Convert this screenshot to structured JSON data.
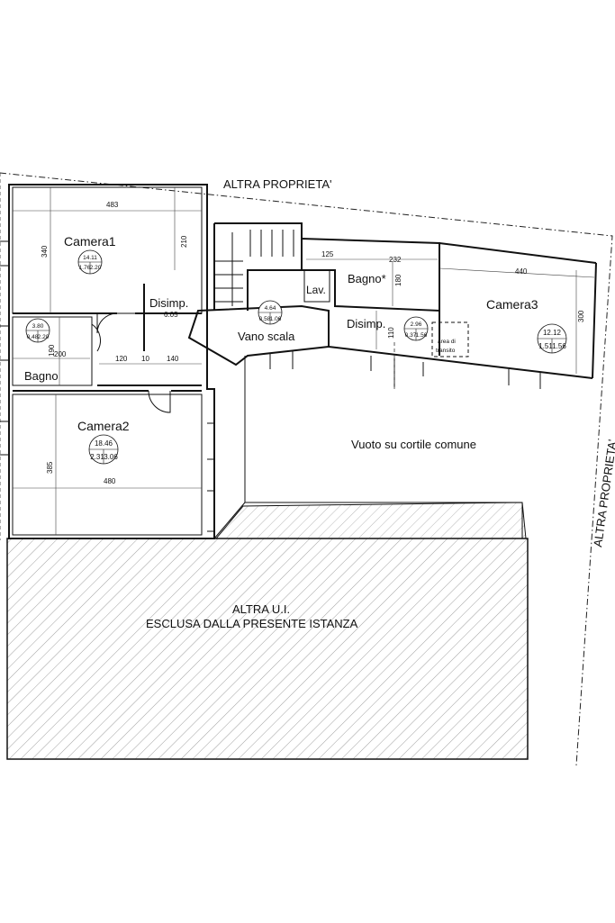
{
  "labels": {
    "altra_proprieta_top": "ALTRA PROPRIETA'",
    "altra_proprieta_right": "ALTRA PROPRIETA'",
    "camera1": "Camera1",
    "camera2": "Camera2",
    "camera3": "Camera3",
    "disimp_left": "Disimp.",
    "disimp_right": "Disimp.",
    "bagno_left": "Bagno",
    "bagno_top": "Bagno*",
    "lav": "Lav.",
    "vano_scala": "Vano scala",
    "vuoto": "Vuoto su cortile comune",
    "area_transito_1": "area di",
    "area_transito_2": "transito",
    "altra_ui_1": "ALTRA U.I.",
    "altra_ui_2": "ESCLUSA DALLA PRESENTE ISTANZA"
  },
  "dimensions": {
    "camera1_width": "483",
    "camera1_right": "210",
    "camera1_height": "340",
    "disimp_area": "6.05",
    "bagno_width": "200",
    "bagno_height": "190",
    "corr_120": "120",
    "corr_10": "10",
    "corr_140": "140",
    "camera2_height": "385",
    "camera2_width": "480",
    "top_125": "125",
    "top_232": "232",
    "bagno_180": "180",
    "disimp_110": "110",
    "camera3_width": "440",
    "camera3_height": "300"
  },
  "room_tags": {
    "camera1": {
      "area": "14.11",
      "a": "1.76",
      "b": "2.20"
    },
    "bagno": {
      "area": "3.80",
      "a": "0.48",
      "b": "2.20"
    },
    "vano_scala": {
      "area": "4.64",
      "a": "0.58",
      "b": "1.06"
    },
    "disimp": {
      "area": "2.96",
      "a": "0.37",
      "b": "1.56"
    },
    "camera3": {
      "area": "12.12",
      "a": "1.51",
      "b": "1.56"
    },
    "camera2": {
      "area": "18.46",
      "a": "2.31",
      "b": "3.06"
    }
  }
}
